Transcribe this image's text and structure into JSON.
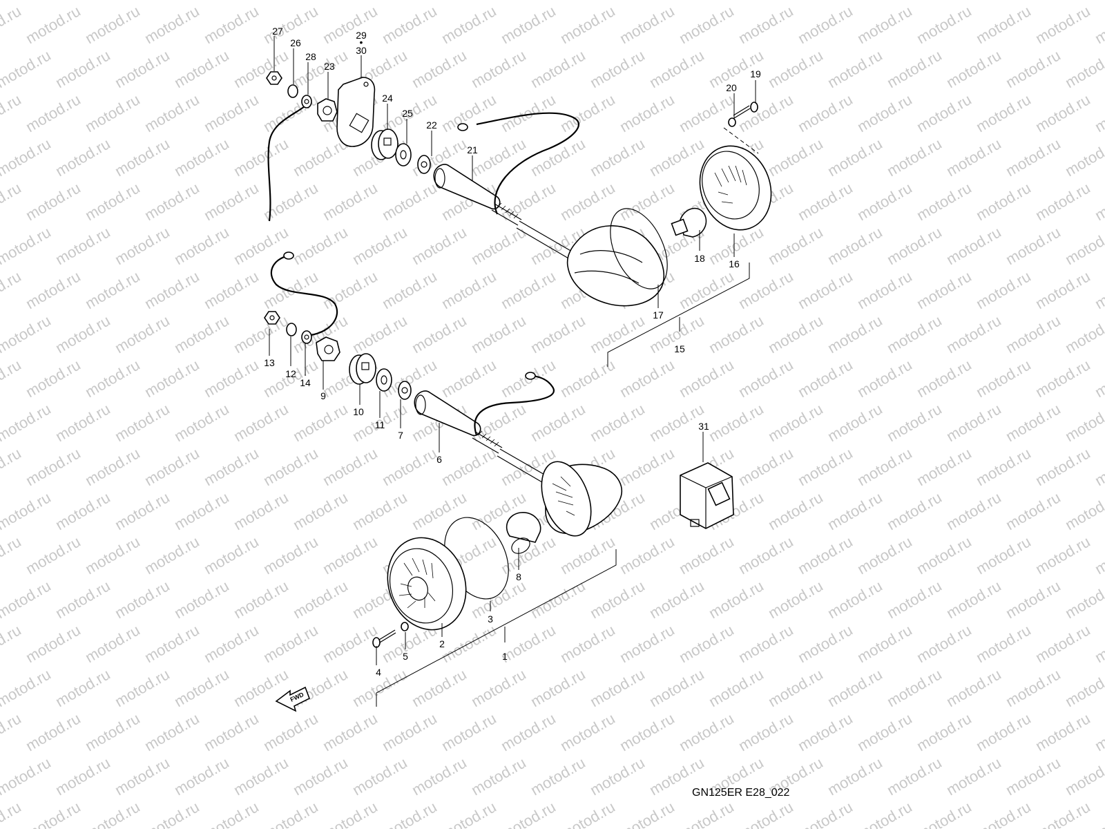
{
  "watermark": "motod.ru",
  "diagram_code": "GN125ER E28_022",
  "fwd_label": "FWD",
  "callouts": [
    "1",
    "2",
    "3",
    "4",
    "5",
    "6",
    "7",
    "8",
    "9",
    "10",
    "11",
    "12",
    "13",
    "14",
    "15",
    "16",
    "17",
    "18",
    "19",
    "20",
    "21",
    "22",
    "23",
    "24",
    "25",
    "26",
    "27",
    "28",
    "29",
    "30",
    "31"
  ],
  "callout_29_30_separator": "•"
}
